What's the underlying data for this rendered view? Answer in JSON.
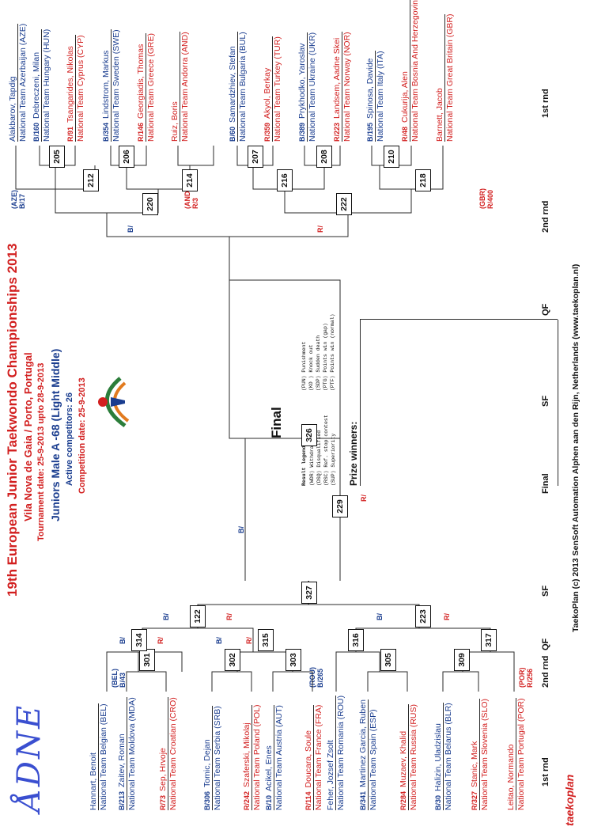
{
  "handwriting": "ÅDNE",
  "header": {
    "title": "19th European Junior Taekwondo Championships 2013",
    "location": "Vila Nova de Gaia / Porto, Portugal",
    "tournament_date": "Tournament date: 25-9-2013 upto 28-9-2013",
    "division": "Juniors Male A -68 (Light Middle)",
    "active": "Active competitors: 26",
    "competition_date": "Competition date: 25-9-2013"
  },
  "final_label": "Final",
  "prize_label": "Prize winners:",
  "legend": {
    "title": "Result legend:",
    "left": [
      "(WDR) Withdrawal",
      "(DSQ) Disqualified",
      "(RSC) Ref. stop contest",
      "(SUP) Superiority"
    ],
    "right": [
      "(PUN) Punishment",
      "(KO ) Knock out",
      "(SDP) Sudden death",
      "(PTG) Points win (gap)",
      "(PTF) Points win (normal)"
    ]
  },
  "footer": {
    "credit": "TaekoPlan (c) 2013 SenSoft Automation Alphen aan den Rijn, Netherlands (www.taekoplan.nl)",
    "logo_text": "taekoplan"
  },
  "round_labels": [
    "1st rnd",
    "2nd rnd",
    "QF",
    "SF",
    "Final",
    "SF",
    "QF",
    "2nd rnd",
    "1st rnd"
  ],
  "matches": {
    "m301": "301",
    "m302": "302",
    "m303": "303",
    "m305": "305",
    "m309": "309",
    "m314": "314",
    "m315": "315",
    "m316": "316",
    "m317": "317",
    "m122": "122",
    "m223": "223",
    "m327": "327",
    "m229": "229",
    "m326": "326",
    "m220": "220",
    "m222": "222",
    "m212": "212",
    "m214": "214",
    "m216": "216",
    "m218": "218",
    "m205": "205",
    "m206": "206",
    "m207": "207",
    "m208": "208",
    "m210": "210"
  },
  "left_competitors": [
    {
      "code": "",
      "name": "Hannart, Benoit",
      "team": "National Team Belgian (BEL)",
      "color": "navy"
    },
    {
      "code": "B/213",
      "name": "Zaitev, Roman",
      "team": "National Team Moldova (MDA)",
      "color": "navy"
    },
    {
      "code": "R/73",
      "name": "Sep, Hrvoje",
      "team": "National Team Croatian (CRO)",
      "color": "red"
    },
    {
      "code": "B/306",
      "name": "Tomic, Dejan",
      "team": "National Team Serbia (SRB)",
      "color": "navy"
    },
    {
      "code": "R/242",
      "name": "Szaferski, Mikolaj",
      "team": "National Team Poland (POL)",
      "color": "red"
    },
    {
      "code": "B/10",
      "name": "Acikel, Enes",
      "team": "National Team Austria (AUT)",
      "color": "navy"
    },
    {
      "code": "R/114",
      "name": "Doucara, Soule",
      "team": "National Team France (FRA)",
      "color": "red"
    },
    {
      "code": "",
      "name": "Feher, Jozsef Zsolt",
      "team": "National Team Romania (ROU)",
      "color": "navy"
    },
    {
      "code": "B/341",
      "name": "Martinez Garcia, Ruben",
      "team": "National Team Spain (ESP)",
      "color": "navy"
    },
    {
      "code": "R/284",
      "name": "Muzaev, Khalid",
      "team": "National Team Russia (RUS)",
      "color": "red"
    },
    {
      "code": "B/30",
      "name": "Halizin, Uladzislau",
      "team": "National Team Belarus (BLR)",
      "color": "navy"
    },
    {
      "code": "R/327",
      "name": "Stanic, Mark",
      "team": "National Team Slovenia (SLO)",
      "color": "red"
    },
    {
      "code": "",
      "name": "Leitao, Normando",
      "team": "National Team Portugal (POR)",
      "color": "red"
    }
  ],
  "right_competitors": [
    {
      "code": "",
      "name": "Alakbarov, Tapdig",
      "team": "National Team Azerbaijan (AZE)",
      "color": "navy"
    },
    {
      "code": "B/160",
      "name": "Debreczeni, Milan",
      "team": "National Team Hungary (HUN)",
      "color": "navy"
    },
    {
      "code": "R/91",
      "name": "Tsangarides, Nikolas",
      "team": "National Team Cyprus (CYP)",
      "color": "red"
    },
    {
      "code": "B/354",
      "name": "Lindstrom, Markus",
      "team": "National Team Sweden (SWE)",
      "color": "navy"
    },
    {
      "code": "R/146",
      "name": "Georgiadis, Thomas",
      "team": "National Team Greece (GRE)",
      "color": "red"
    },
    {
      "code": "",
      "name": "Ruiz, Boris",
      "team": "National Team Andorra (AND)",
      "color": "red"
    },
    {
      "code": "B/60",
      "name": "Samardzhiev, Stefan",
      "team": "National Team Bulgaria (BUL)",
      "color": "navy"
    },
    {
      "code": "R/359",
      "name": "Akyol, Berkay",
      "team": "National Team Turkey (TUR)",
      "color": "red"
    },
    {
      "code": "B/389",
      "name": "Prykhodko, Yaroslav",
      "team": "National Team Ukraine (UKR)",
      "color": "navy"
    },
    {
      "code": "R/223",
      "name": "Landsem, Aadne Skei",
      "team": "National Team Norway (NOR)",
      "color": "red"
    },
    {
      "code": "B/195",
      "name": "Spinosa, Davide",
      "team": "National Team Italy (ITA)",
      "color": "navy"
    },
    {
      "code": "R/48",
      "name": "Cukurija, Alen",
      "team": "National Team Bosnia And Herzegovina (BIH)",
      "color": "red"
    },
    {
      "code": "",
      "name": "Barnett, Jacob",
      "team": "National Team Great Britain (GBR)",
      "color": "red"
    }
  ],
  "byes": {
    "bel_country": "(BEL)",
    "bel_code": "B/43",
    "rou_country": "(ROU)",
    "rou_code": "B/265",
    "por_country": "(POR)",
    "por_code": "R/256",
    "aze_country": "(AZE)",
    "aze_code": "B/17",
    "and_country": "(AND)",
    "and_code": "R/3",
    "gbr_country": "(GBR)",
    "gbr_code": "R/400"
  },
  "corner_blue": "B/",
  "corner_red": "R/"
}
